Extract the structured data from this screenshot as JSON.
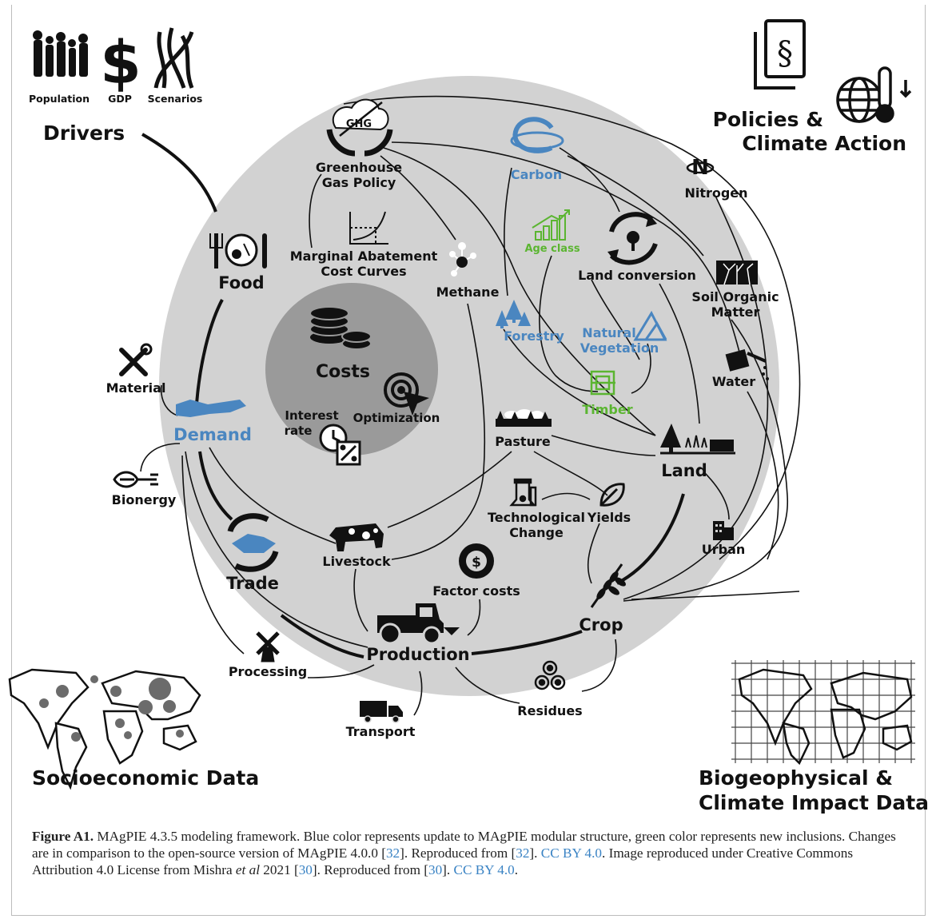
{
  "corners": {
    "drivers": {
      "title": "Drivers",
      "items": [
        "Population",
        "GDP",
        "Scenarios"
      ]
    },
    "policies": {
      "line1": "Policies &",
      "line2": "Climate Action"
    },
    "socio": {
      "title": "Socioeconomic Data"
    },
    "biogeo": {
      "line1": "Biogeophysical &",
      "line2": "Climate Impact Data"
    }
  },
  "center": {
    "costs": "Costs",
    "optimization": "Optimization",
    "interest_line1": "Interest",
    "interest_line2": "rate"
  },
  "nodes": {
    "ghg_icon": "GHG",
    "ghg_line1": "Greenhouse",
    "ghg_line2": "Gas Policy",
    "carbon": "Carbon",
    "nitrogen": "Nitrogen",
    "mac_line1": "Marginal Abatement",
    "mac_line2": "Cost Curves",
    "methane": "Methane",
    "age_class": "Age class",
    "land_conversion": "Land conversion",
    "som_line1": "Soil Organic",
    "som_line2": "Matter",
    "food": "Food",
    "forestry": "Forestry",
    "natveg_line1": "Natural",
    "natveg_line2": "Vegetation",
    "water": "Water",
    "material": "Material",
    "timber": "Timber",
    "demand": "Demand",
    "pasture": "Pasture",
    "land": "Land",
    "bioenergy": "Bionergy",
    "tech_line1": "Technological",
    "tech_line2": "Change",
    "yields": "Yields",
    "urban": "Urban",
    "livestock": "Livestock",
    "trade": "Trade",
    "factor_costs": "Factor costs",
    "crop": "Crop",
    "production": "Production",
    "processing": "Processing",
    "residues": "Residues",
    "transport": "Transport"
  },
  "colors": {
    "circle": "#d2d2d2",
    "inner": "#9a9a9a",
    "blue": "#4a86c0",
    "green": "#5bb531",
    "dark": "#111111"
  },
  "caption": {
    "label": "Figure A1.",
    "t1": " MAgPIE 4.3.5 modeling framework. Blue color represents update to MAgPIE modular structure, green color represents new inclusions. Changes are in comparison to the open-source version of MAgPIE 4.0.0 [",
    "r1": "32",
    "t2": "]. Reproduced from [",
    "r2": "32",
    "t3": "]. ",
    "lic1": "CC BY 4.0",
    "t4": ". Image reproduced under Creative Commons Attribution 4.0 License from Mishra ",
    "etal": "et al",
    "t5": " 2021 [",
    "r3": "30",
    "t6": "]. Reproduced from [",
    "r4": "30",
    "t7": "]. ",
    "lic2": "CC BY 4.0",
    "t8": "."
  }
}
